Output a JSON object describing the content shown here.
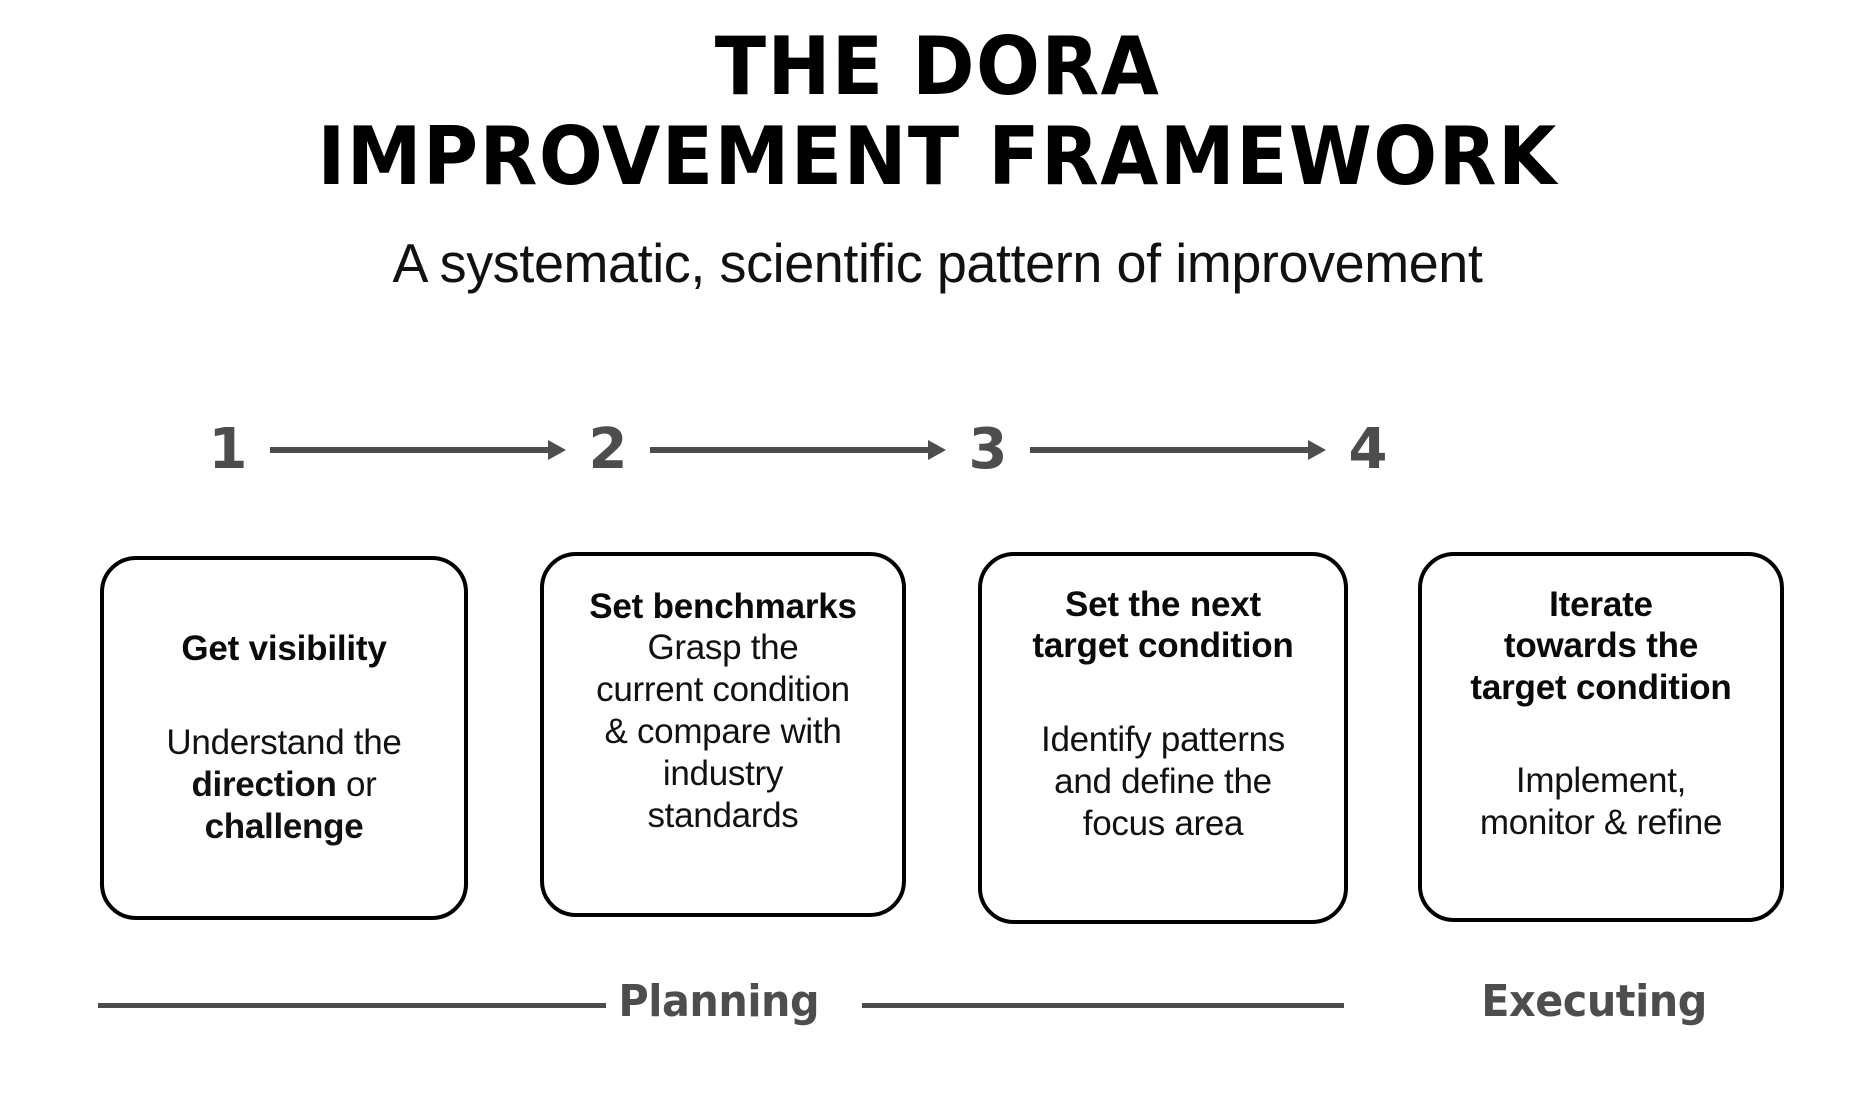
{
  "header": {
    "title_line_1": "THE DORA",
    "title_line_2": "IMPROVEMENT FRAMEWORK",
    "subtitle": "A systematic, scientific pattern of improvement"
  },
  "steps": [
    {
      "number": "1"
    },
    {
      "number": "2"
    },
    {
      "number": "3"
    },
    {
      "number": "4"
    }
  ],
  "cards": [
    {
      "heading": "Get visibility",
      "body_pre": "Understand the",
      "body_bold_1": "direction",
      "body_mid": " or",
      "body_bold_2": "challenge"
    },
    {
      "heading": "Set benchmarks",
      "body_line_1": "Grasp the",
      "body_line_2": "current condition",
      "body_line_3": "& compare with",
      "body_line_4": "industry",
      "body_line_5": "standards"
    },
    {
      "heading_line_1": "Set the next",
      "heading_line_2": "target condition",
      "body_line_1": "Identify patterns",
      "body_line_2": "and define the",
      "body_line_3": "focus area"
    },
    {
      "heading_line_1": "Iterate",
      "heading_line_2": "towards the",
      "heading_line_3": "target condition",
      "body_line_1": "Implement,",
      "body_line_2": "monitor & refine"
    }
  ],
  "phases": {
    "planning_label": "Planning",
    "executing_label": "Executing"
  },
  "colors": {
    "background": "#ffffff",
    "text": "#0d0d0d",
    "accent_gray": "#4d4d4d",
    "card_border": "#000000"
  }
}
